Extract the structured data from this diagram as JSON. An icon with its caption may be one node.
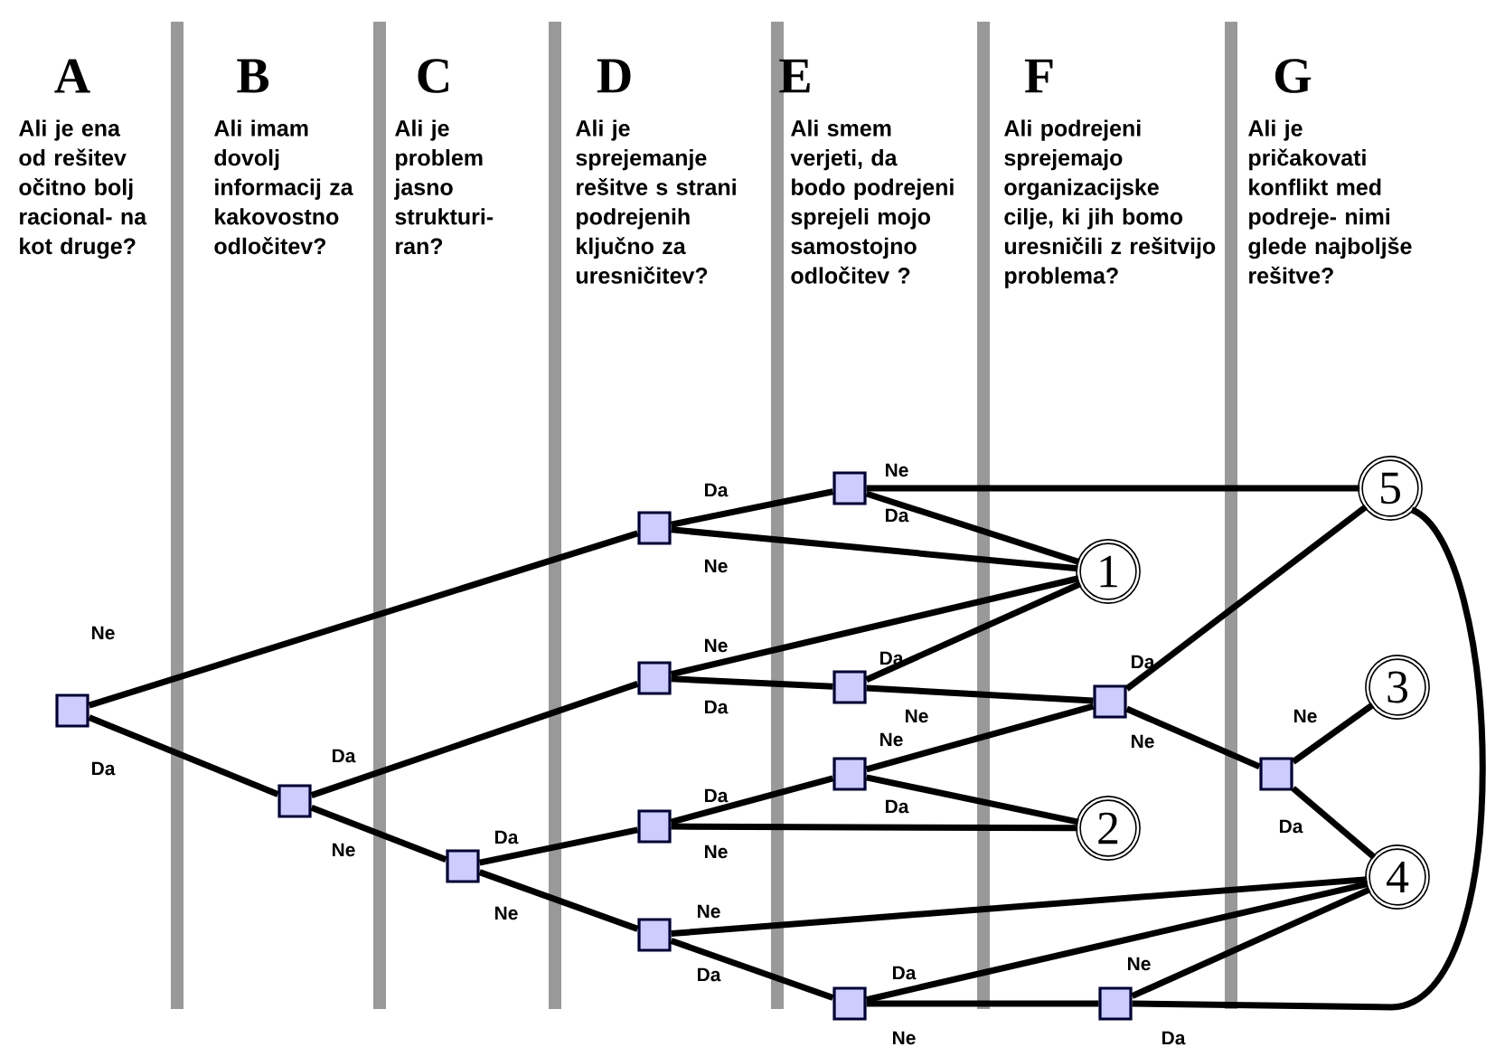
{
  "diagram": {
    "nodes": [
      {
        "text": [],
        "shape": "box"
      },
      {
        "text": [],
        "shape": "box"
      },
      {
        "text": [],
        "shape": "box"
      },
      {
        "text": [],
        "shape": "box"
      },
      {
        "text": [],
        "shape": "box"
      },
      {
        "text": [],
        "shape": "box"
      },
      {
        "text": [],
        "shape": "box"
      },
      {
        "text": [],
        "shape": "box"
      },
      {
        "text": [],
        "shape": "box"
      },
      {
        "text": [],
        "shape": "box"
      },
      {
        "text": [],
        "shape": "box"
      },
      {
        "text": [],
        "shape": "box"
      },
      {
        "text": [],
        "shape": "box"
      },
      {
        "text": [],
        "shape": "box"
      },
      {
        "text": [
          "5"
        ]
      },
      {
        "text": [
          "1"
        ]
      },
      {
        "text": [
          "3"
        ]
      },
      {
        "text": [
          "2"
        ]
      },
      {
        "text": [
          "4"
        ]
      }
    ],
    "edges": [
      {
        "from": 0,
        "to": 3,
        "arrow": "none",
        "label": "Ne"
      },
      {
        "from": 0,
        "to": 1,
        "arrow": "none",
        "label": "Da"
      },
      {
        "from": 1,
        "to": 4,
        "arrow": "none",
        "label": "Da"
      },
      {
        "from": 1,
        "to": 2,
        "arrow": "none",
        "label": "Ne"
      },
      {
        "from": 2,
        "to": 5,
        "arrow": "none",
        "label": "Da"
      },
      {
        "from": 2,
        "to": 6,
        "arrow": "none",
        "label": "Ne"
      },
      {
        "from": 3,
        "to": 7,
        "arrow": "none",
        "label": "Da"
      },
      {
        "from": 3,
        "to": 15,
        "arrow": "none",
        "label": "Ne"
      },
      {
        "from": 7,
        "to": 14,
        "arrow": "none",
        "label": "Ne"
      },
      {
        "from": 7,
        "to": 15,
        "arrow": "none",
        "label": "Da"
      },
      {
        "from": 4,
        "to": 15,
        "arrow": "none",
        "label": "Ne"
      },
      {
        "from": 4,
        "to": 8,
        "arrow": "none",
        "label": "Da"
      },
      {
        "from": 8,
        "to": 15,
        "arrow": "none",
        "label": "Da"
      },
      {
        "from": 8,
        "to": 11,
        "arrow": "none",
        "label": "Ne"
      },
      {
        "from": 5,
        "to": 9,
        "arrow": "none",
        "label": "Da"
      },
      {
        "from": 5,
        "to": 17,
        "arrow": "none",
        "label": "Ne"
      },
      {
        "from": 9,
        "to": 11,
        "arrow": "none",
        "label": "Ne"
      },
      {
        "from": 9,
        "to": 17,
        "arrow": "none",
        "label": "Da"
      },
      {
        "from": 6,
        "to": 18,
        "arrow": "none",
        "label": "Ne"
      },
      {
        "from": 6,
        "to": 10,
        "arrow": "none",
        "label": "Da"
      },
      {
        "from": 10,
        "to": 18,
        "arrow": "none",
        "label": "Da"
      },
      {
        "from": 10,
        "to": 13,
        "arrow": "none",
        "label": "Ne"
      },
      {
        "from": 11,
        "to": 14,
        "arrow": "none",
        "label": "Da"
      },
      {
        "from": 11,
        "to": 12,
        "arrow": "none",
        "label": "Ne"
      },
      {
        "from": 12,
        "to": 16,
        "arrow": "none",
        "label": "Ne"
      },
      {
        "from": 12,
        "to": 18,
        "arrow": "none",
        "label": "Da"
      },
      {
        "from": 13,
        "to": 18,
        "arrow": "none",
        "label": "Ne"
      },
      {
        "from": 13,
        "to": 14,
        "arrow": "none",
        "label": "Da"
      }
    ],
    "labels": [
      "A",
      "Ali je ena od rešitev očitno bolj racional- na kot druge?",
      "B",
      "Ali imam dovolj informacij za kakovostno odločitev?",
      "C",
      "Ali je problem jasno strukturi- ran?",
      "D",
      "Ali je sprejemanje rešitve s strani podrejenih ključno za uresničitev?",
      "E",
      "Ali smem verjeti, da bodo podrejeni sprejeli mojo samostojno odločitev ?",
      "F",
      "Ali podrejeni sprejemajo organizacijske cilje, ki jih bomo uresničili z rešitvijo problema?",
      "G",
      "Ali je pričakovati konflikt med podreje- nimi glede najboljše rešitve?"
    ]
  }
}
